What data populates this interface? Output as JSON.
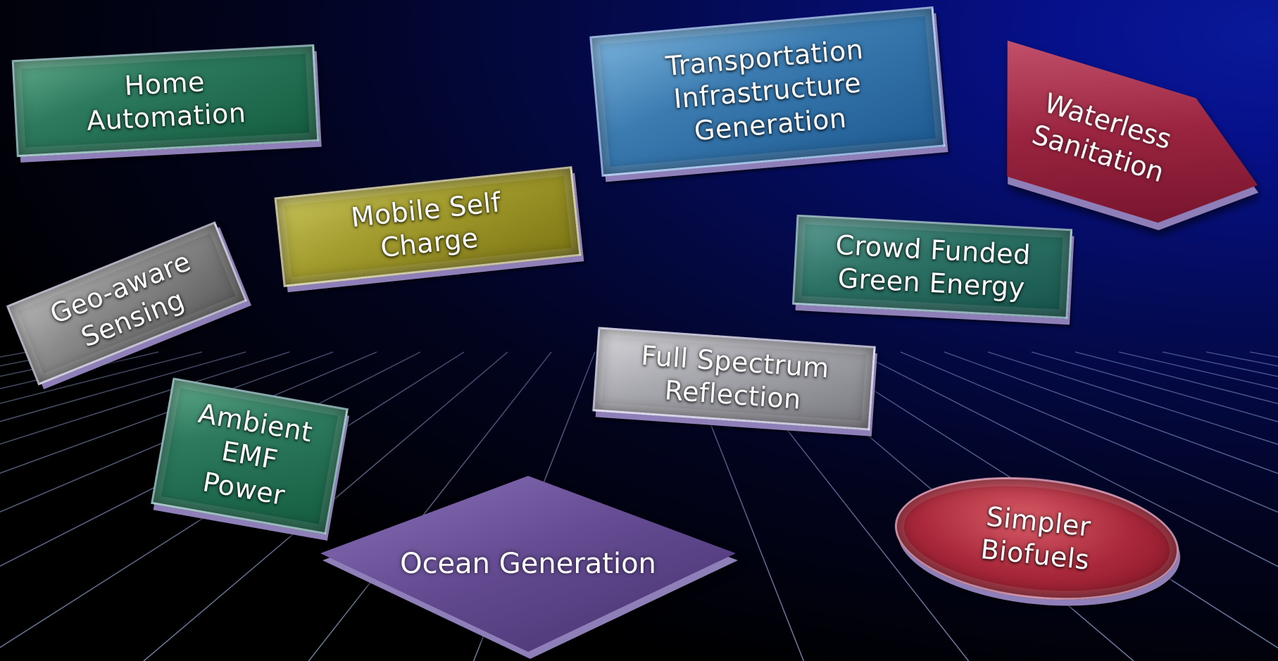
{
  "background": {
    "top_right": "#0a1a9a",
    "bottom_left": "#000000",
    "grid_line": "#b0c8ff"
  },
  "tiles": [
    {
      "id": "home",
      "label": "Home Automation",
      "color": "#2d7a5e",
      "shape": "rectangle"
    },
    {
      "id": "transport",
      "label": "Transportation Infrastructure Generation",
      "color": "#3b7bb0",
      "shape": "rectangle"
    },
    {
      "id": "waterless",
      "label": "Waterless Sanitation",
      "color": "#9a2440",
      "shape": "pentagon-arrow"
    },
    {
      "id": "mobile",
      "label": "Mobile Self Charge",
      "color": "#a39c2e",
      "shape": "rectangle"
    },
    {
      "id": "crowd",
      "label": "Crowd Funded Green Energy",
      "color": "#2e7366",
      "shape": "rectangle"
    },
    {
      "id": "geo",
      "label": "Geo-aware Sensing",
      "color": "#8b8b8b",
      "shape": "rectangle"
    },
    {
      "id": "full",
      "label": "Full Spectrum Reflection",
      "color": "#a9a9b0",
      "shape": "rectangle"
    },
    {
      "id": "ambient",
      "label": "Ambient EMF Power",
      "color": "#2d7a5e",
      "shape": "rectangle"
    },
    {
      "id": "ocean",
      "label": "Ocean Generation",
      "color": "#654c93",
      "shape": "diamond"
    },
    {
      "id": "biofuels",
      "label": "Simpler Biofuels",
      "color": "#a8283a",
      "shape": "oval"
    }
  ],
  "labels": {
    "home": [
      "Home",
      "Automation"
    ],
    "transport": [
      "Transportation",
      "Infrastructure",
      "Generation"
    ],
    "waterless": [
      "Waterless",
      "Sanitation"
    ],
    "mobile": [
      "Mobile Self",
      "Charge"
    ],
    "crowd": [
      "Crowd Funded",
      "Green Energy"
    ],
    "geo": [
      "Geo-aware",
      "Sensing"
    ],
    "full": [
      "Full Spectrum",
      "Reflection"
    ],
    "ambient": [
      "Ambient",
      "EMF",
      "Power"
    ],
    "ocean": [
      "Ocean",
      "Generation"
    ],
    "biofuels": [
      "Simpler",
      "Biofuels"
    ]
  }
}
